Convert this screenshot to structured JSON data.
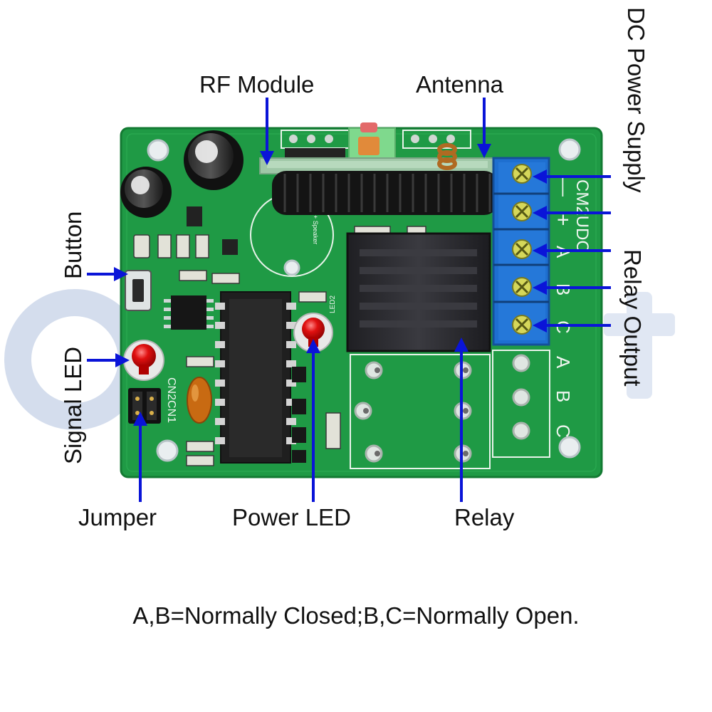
{
  "labels": {
    "rf_module": "RF Module",
    "antenna": "Antenna",
    "dc_power_supply": "DC Power Supply",
    "relay_output": "Relay Output",
    "button": "Button",
    "signal_led": "Signal LED",
    "jumper": "Jumper",
    "power_led": "Power LED",
    "relay": "Relay"
  },
  "silkscreen": {
    "board_marking": "CM2UDC",
    "minus": "—",
    "plus": "+",
    "term_a": "A",
    "term_b": "B",
    "term_c": "C",
    "jumper_marking": "CN2CN1",
    "speaker": "+ Speaker",
    "led2": "LED2"
  },
  "footer": "A,B=Normally Closed;B,C=Normally Open.",
  "colors": {
    "arrow": "#0a14d8",
    "pcb": "#1f9a45",
    "pcb_dark": "#157a33",
    "terminal": "#1e6fd0",
    "relay_body": "#2a2a2e",
    "led": "#e01010",
    "watermark": "#c9d3e6"
  }
}
